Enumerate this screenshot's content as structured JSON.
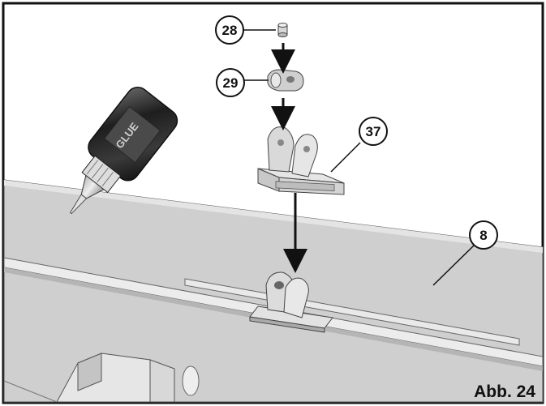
{
  "figure": {
    "caption": "Abb. 24",
    "callouts": [
      {
        "id": "part-28",
        "label": "28"
      },
      {
        "id": "part-29",
        "label": "29"
      },
      {
        "id": "part-37",
        "label": "37"
      },
      {
        "id": "part-8",
        "label": "8"
      }
    ],
    "glue_bottle_label": "GLUE",
    "colors": {
      "frame": "#111111",
      "panel": "#cfcfcf",
      "panel_shadow": "#bdbdbd",
      "part_fill": "#dcdcdc",
      "bottle_dark": "#2a2a2a"
    }
  }
}
